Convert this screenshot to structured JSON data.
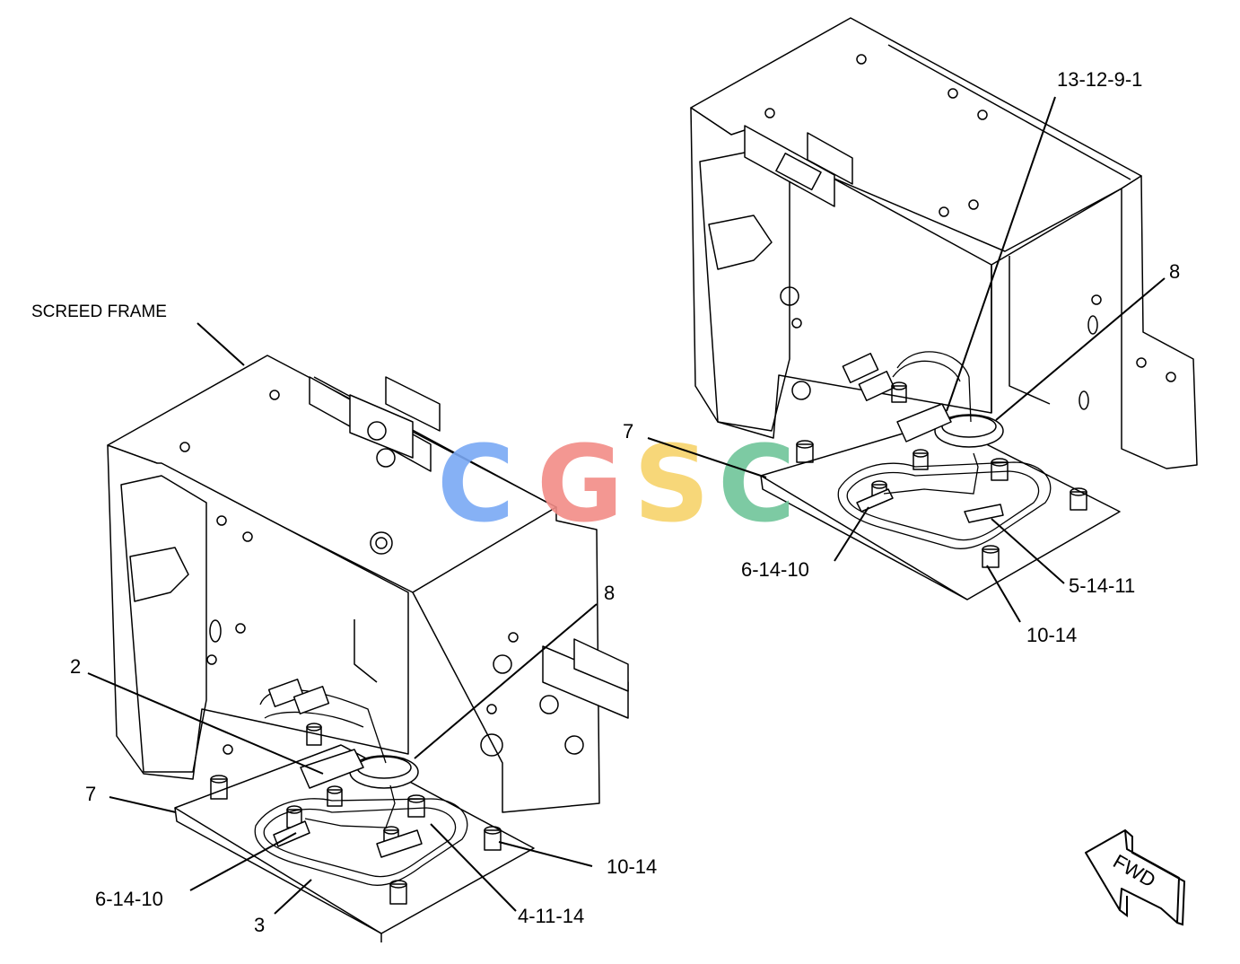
{
  "labels": {
    "screed_frame": "SCREED FRAME",
    "left_2": "2",
    "left_7": "7",
    "left_8": "8",
    "left_6_14_10": "6-14-10",
    "left_3": "3",
    "left_4_11_14": "4-11-14",
    "left_10_14": "10-14",
    "right_13_12_9_1": "13-12-9-1",
    "right_8": "8",
    "right_7": "7",
    "right_6_14_10": "6-14-10",
    "right_5_14_11": "5-14-11",
    "right_10_14": "10-14",
    "fwd": "FWD"
  },
  "watermark": {
    "letters": [
      "C",
      "G",
      "S",
      "C"
    ],
    "colors": [
      "#7aa9f5",
      "#f28c87",
      "#f7d36b",
      "#6fc59a"
    ]
  }
}
